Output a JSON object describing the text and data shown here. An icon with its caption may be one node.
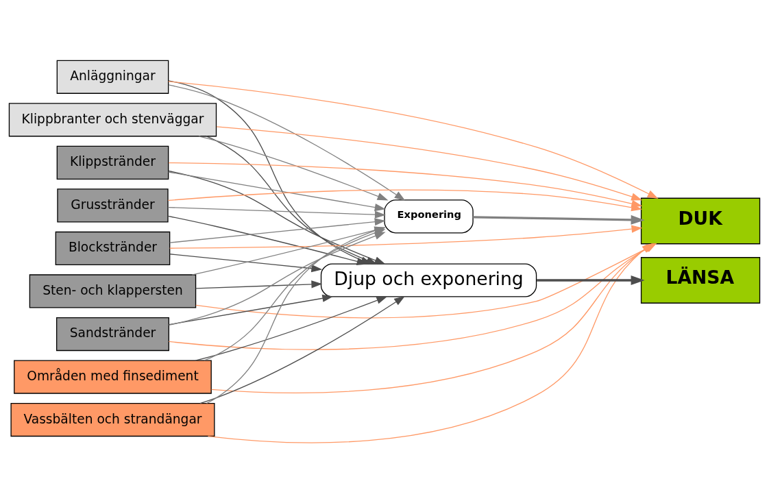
{
  "diagram": {
    "nodes": [
      {
        "text": [
          "Anläggningar"
        ]
      },
      {
        "text": [
          "Klippbranter och stenväggar"
        ]
      },
      {
        "text": [
          "Klippstränder"
        ]
      },
      {
        "text": [
          "Grusstränder"
        ]
      },
      {
        "text": [
          "Blockstränder"
        ]
      },
      {
        "text": [
          "Sten- och klappersten"
        ]
      },
      {
        "text": [
          "Sandstränder"
        ]
      },
      {
        "text": [
          "Områden med finsediment"
        ]
      },
      {
        "text": [
          "Vassbälten och strandängar"
        ]
      },
      {
        "text": [
          "Djup och exponering"
        ]
      },
      {
        "text": [
          "LÄNSA"
        ]
      },
      {
        "text": [
          "Exponering"
        ]
      },
      {
        "text": [
          "DUK"
        ]
      }
    ],
    "edges": [
      {
        "from": 0,
        "to": 9,
        "arrow": "to"
      },
      {
        "from": 1,
        "to": 9,
        "arrow": "to"
      },
      {
        "from": 2,
        "to": 9,
        "arrow": "to"
      },
      {
        "from": 3,
        "to": 9,
        "arrow": "to"
      },
      {
        "from": 4,
        "to": 9,
        "arrow": "to"
      },
      {
        "from": 5,
        "to": 9,
        "arrow": "to"
      },
      {
        "from": 6,
        "to": 9,
        "arrow": "to"
      },
      {
        "from": 7,
        "to": 9,
        "arrow": "to"
      },
      {
        "from": 8,
        "to": 9,
        "arrow": "to"
      },
      {
        "from": 0,
        "to": 11,
        "arrow": "to",
        "color": "#808080"
      },
      {
        "from": 1,
        "to": 11,
        "arrow": "to",
        "color": "#808080"
      },
      {
        "from": 2,
        "to": 11,
        "arrow": "to",
        "color": "#808080"
      },
      {
        "from": 3,
        "to": 11,
        "arrow": "to",
        "color": "#808080"
      },
      {
        "from": 4,
        "to": 11,
        "arrow": "to",
        "color": "#808080"
      },
      {
        "from": 5,
        "to": 11,
        "arrow": "to",
        "color": "#808080"
      },
      {
        "from": 6,
        "to": 11,
        "arrow": "to",
        "color": "#808080"
      },
      {
        "from": 7,
        "to": 11,
        "arrow": "to",
        "color": "#808080"
      },
      {
        "from": 8,
        "to": 11,
        "arrow": "to",
        "color": "#808080"
      },
      {
        "from": 0,
        "to": 12,
        "arrow": "to",
        "color": "#ff9966"
      },
      {
        "from": 1,
        "to": 12,
        "arrow": "to",
        "color": "#ff9966"
      },
      {
        "from": 2,
        "to": 12,
        "arrow": "to",
        "color": "#ff9966"
      },
      {
        "from": 3,
        "to": 12,
        "arrow": "to",
        "color": "#ff9966"
      },
      {
        "from": 4,
        "to": 12,
        "arrow": "to",
        "color": "#ff9966"
      },
      {
        "from": 5,
        "to": 12,
        "arrow": "to",
        "color": "#ff9966"
      },
      {
        "from": 6,
        "to": 12,
        "arrow": "to",
        "color": "#ff9966"
      },
      {
        "from": 7,
        "to": 12,
        "arrow": "to",
        "color": "#ff9966"
      },
      {
        "from": 8,
        "to": 12,
        "arrow": "to",
        "color": "#ff9966"
      },
      {
        "from": 9,
        "to": 10,
        "arrow": "to",
        "style": "thick"
      },
      {
        "from": 11,
        "to": 12,
        "arrow": "to",
        "style": "thick",
        "color": "#808080"
      }
    ]
  }
}
